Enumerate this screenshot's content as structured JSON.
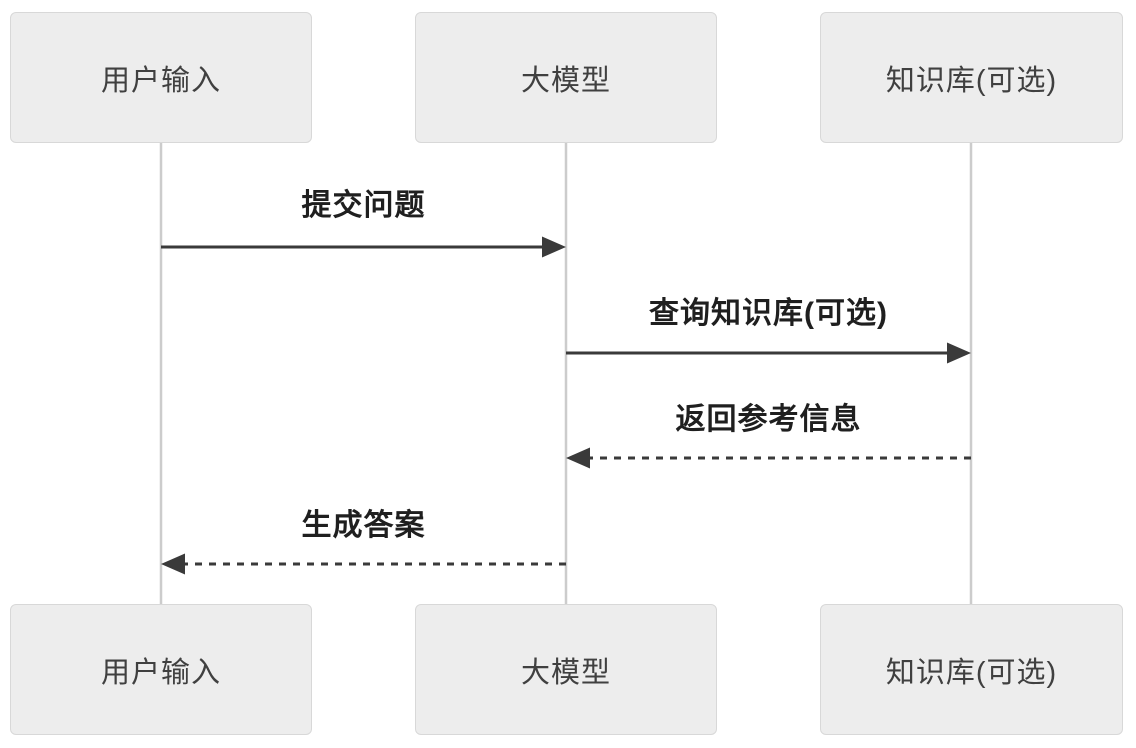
{
  "diagram": {
    "type": "sequence",
    "actors": [
      {
        "id": "user-input",
        "label": "用户输入"
      },
      {
        "id": "llm",
        "label": "大模型"
      },
      {
        "id": "knowledge-base",
        "label": "知识库(可选)"
      }
    ],
    "messages": [
      {
        "from": "用户输入",
        "to": "大模型",
        "label": "提交问题",
        "line": "solid",
        "direction": "right"
      },
      {
        "from": "大模型",
        "to": "知识库(可选)",
        "label": "查询知识库(可选)",
        "line": "solid",
        "direction": "right"
      },
      {
        "from": "知识库(可选)",
        "to": "大模型",
        "label": "返回参考信息",
        "line": "dashed",
        "direction": "left"
      },
      {
        "from": "大模型",
        "to": "用户输入",
        "label": "生成答案",
        "line": "dashed",
        "direction": "left"
      }
    ]
  },
  "colors": {
    "background": "#ffffff",
    "actor_fill": "#ededed",
    "actor_border": "#d8d8d8",
    "actor_text": "#404040",
    "message_text": "#1f1f1f",
    "arrow": "#3a3a3a",
    "lifeline": "#cccccc"
  }
}
